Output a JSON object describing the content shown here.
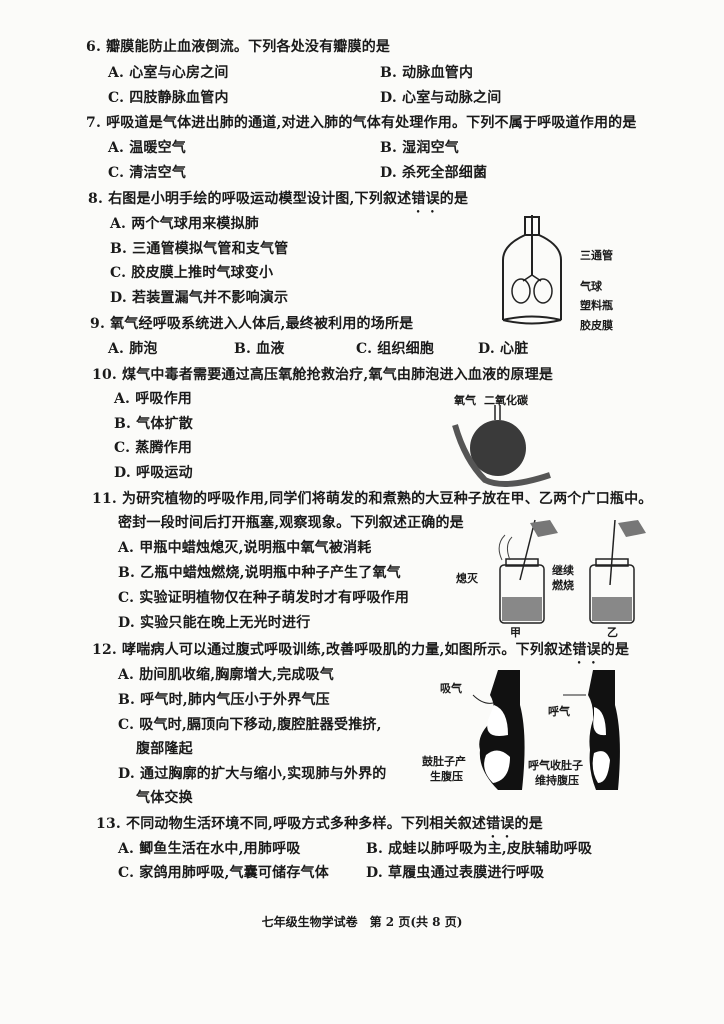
{
  "questions": [
    {
      "stem": "6. 瓣膜能防止血液倒流。下列各处没有瓣膜的是",
      "options": [
        "A. 心室与心房之间",
        "B. 动脉血管内",
        "C. 四肢静脉血管内",
        "D. 心室与动脉之间"
      ]
    },
    {
      "stem": "7. 呼吸道是气体进出肺的通道,对进入肺的气体有处理作用。下列不属于呼吸道作用的是",
      "options": [
        "A. 温暖空气",
        "B. 湿润空气",
        "C. 清洁空气",
        "D. 杀死全部细菌"
      ]
    },
    {
      "stem_pre": "8. 右图是小明手绘的呼吸运动模型设计图,下列叙述",
      "stem_emph": "错误",
      "stem_post": "的是",
      "options": [
        "A. 两个气球用来模拟肺",
        "B. 三通管模拟气管和支气管",
        "C. 胶皮膜上推时气球变小",
        "D. 若装置漏气并不影响演示"
      ],
      "figure_labels": [
        "三通管",
        "气球",
        "塑料瓶",
        "胶皮膜"
      ]
    },
    {
      "stem": "9. 氧气经呼吸系统进入人体后,最终被利用的场所是",
      "options": [
        "A. 肺泡",
        "B. 血液",
        "C. 组织细胞",
        "D. 心脏"
      ]
    },
    {
      "stem": "10. 煤气中毒者需要通过高压氧舱抢救治疗,氧气由肺泡进入血液的原理是",
      "options": [
        "A. 呼吸作用",
        "B. 气体扩散",
        "C. 蒸腾作用",
        "D. 呼吸运动"
      ],
      "figure_labels": [
        "氧气",
        "二氧化碳"
      ]
    },
    {
      "stem": "11. 为研究植物的呼吸作用,同学们将萌发的和煮熟的大豆种子放在甲、乙两个广口瓶中。",
      "stem2": "密封一段时间后打开瓶塞,观察现象。下列叙述正确的是",
      "options": [
        "A. 甲瓶中蜡烛熄灭,说明瓶中氧气被消耗",
        "B. 乙瓶中蜡烛燃烧,说明瓶中种子产生了氧气",
        "C. 实验证明植物仅在种子萌发时才有呼吸作用",
        "D. 实验只能在晚上无光时进行"
      ],
      "figure_labels": [
        "熄灭",
        "继续",
        "燃烧",
        "甲",
        "乙"
      ]
    },
    {
      "stem_pre": "12. 哮喘病人可以通过腹式呼吸训练,改善呼吸肌的力量,如图所示。下列叙述",
      "stem_emph": "错误",
      "stem_post": "的是",
      "options": [
        "A. 肋间肌收缩,胸廓增大,完成吸气",
        "B. 呼气时,肺内气压小于外界气压",
        "C. 吸气时,膈顶向下移动,腹腔脏器受推挤,",
        "腹部隆起",
        "D. 通过胸廓的扩大与缩小,实现肺与外界的",
        "气体交换"
      ],
      "figure_labels": [
        "吸气",
        "呼气",
        "鼓肚子产",
        "生腹压",
        "呼气收肚子",
        "维持腹压"
      ]
    },
    {
      "stem_pre": "13. 不同动物生活环境不同,呼吸方式多种多样。下列相关叙述",
      "stem_emph": "错误",
      "stem_post": "的是",
      "options": [
        "A. 鲫鱼生活在水中,用肺呼吸",
        "B. 成蛙以肺呼吸为主,皮肤辅助呼吸",
        "C. 家鸽用肺呼吸,气囊可储存气体",
        "D. 草履虫通过表膜进行呼吸"
      ]
    }
  ],
  "footer": "七年级生物学试卷　第 2 页(共 8 页)"
}
